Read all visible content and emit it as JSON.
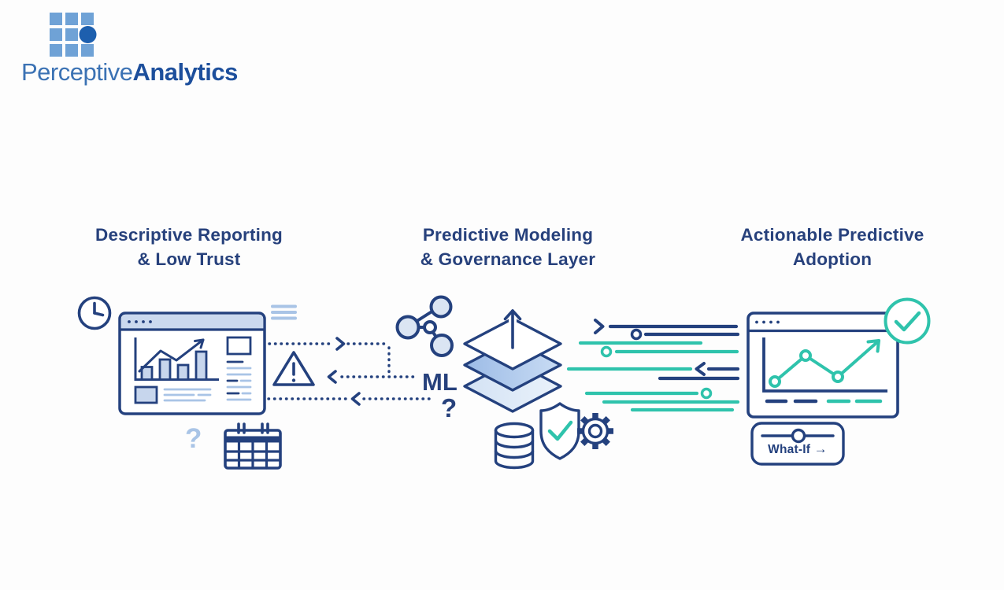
{
  "logo": {
    "brand_light": "Perceptive",
    "brand_bold": "Analytics"
  },
  "stages": [
    {
      "line1": "Descriptive Reporting",
      "line2": "& Low Trust"
    },
    {
      "line1": "Predictive Modeling",
      "line2": "& Governance Layer"
    },
    {
      "line1": "Actionable Predictive",
      "line2": "Adoption"
    }
  ],
  "labels": {
    "ml": "ML",
    "middle_question_mark": "?",
    "left_question_mark": "?",
    "whatif": "What-If",
    "whatif_arrow": "→"
  },
  "icons": [
    "logo-grid-mark",
    "clock-icon",
    "dashboard-window",
    "menu-lines-icon",
    "warning-triangle-icon",
    "calendar-icon",
    "dotted-flow-arrows",
    "share-network-icon",
    "layers-up-arrow-icon",
    "database-icon",
    "shield-check-icon",
    "gear-icon",
    "data-stream-lines",
    "results-window-trend-chart",
    "check-circle-icon",
    "whatif-slider-control"
  ],
  "colors": {
    "navy": "#24417e",
    "heading_navy": "#27417c",
    "teal": "#2fc3ac",
    "light_blue_fill": "#c7d6ed",
    "pale_blue_line": "#a9c4e6",
    "layer_mid_blue": "#a5c2ea",
    "layer_light_blue": "#dbe7f6",
    "logo_square_blue": "#6fa2d6",
    "logo_circle_blue": "#1d5fae",
    "logo_text_light": "#3b72b4",
    "logo_text_bold": "#1d4f9c",
    "background": "#fdfdfd"
  }
}
